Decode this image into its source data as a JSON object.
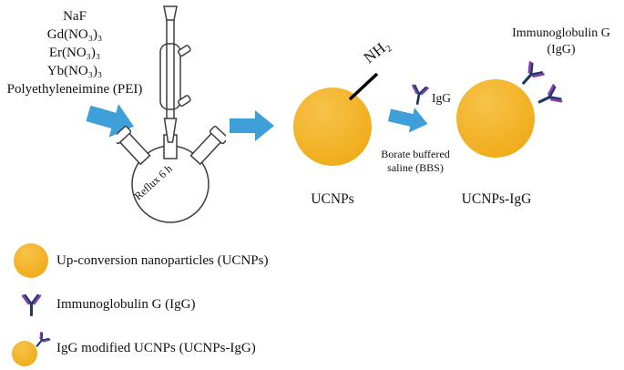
{
  "colors": {
    "particle_gold": "#F1AE1F",
    "arrow_blue": "#3E9FD9",
    "antibody_heavy_chain": "#1E3A68",
    "antibody_light_chain": "#8A3FA9",
    "glass_outline": "#3d3d3d",
    "text": "#111111"
  },
  "icons": {
    "reflux_apparatus": "three-neck-round-bottom-flask-with-reflux-condenser",
    "process_arrow": "blue-block-arrow-right",
    "ucnp_particle": "gold-sphere",
    "antibody": "y-shaped-immunoglobulin"
  },
  "scheme": {
    "reagents": [
      "NaF",
      "Gd(NO₃)₃",
      "Er(NO₃)₃",
      "Yb(NO₃)₃",
      "Polyethyleneimine (PEI)"
    ],
    "reflux_label": "Reflux 6 h",
    "nh2_label": "NH₂",
    "ucnps_label": "UCNPs",
    "igg_arrow_label": "IgG",
    "bbs_line1": "Borate buffered",
    "bbs_line2": "saline (BBS)",
    "ucnps_igg_label": "UCNPs-IgG",
    "igg_title_line1": "Immunoglobulin G",
    "igg_title_line2": "(IgG)"
  },
  "legend": {
    "items": [
      {
        "icon": "ucnp-particle",
        "label": "Up-conversion nanoparticles (UCNPs)"
      },
      {
        "icon": "antibody",
        "label": "Immunoglobulin G (IgG)"
      },
      {
        "icon": "ucnp-with-antibody",
        "label": "IgG modified UCNPs (UCNPs-IgG)"
      }
    ]
  }
}
